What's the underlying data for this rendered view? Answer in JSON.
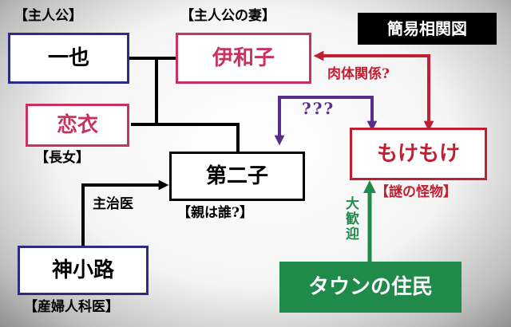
{
  "title": "簡易相関図",
  "people": {
    "kazuya": {
      "name": "一也",
      "role": "【主人公】"
    },
    "iwako": {
      "name": "伊和子",
      "role": "【主人公の妻】"
    },
    "koi": {
      "name": "恋衣",
      "role": "【長女】"
    },
    "second_child": {
      "name": "第二子",
      "role": "【親は誰?】"
    },
    "mokemoke": {
      "name": "もけもけ",
      "role": "【謎の怪物】"
    },
    "kamikoji": {
      "name": "神小路",
      "role": "【産婦人科医】"
    },
    "townsfolk": {
      "name": "タウンの住民"
    }
  },
  "relations": {
    "physical": "肉体関係?",
    "unknown": "???",
    "doctor": "主治医",
    "welcome": "大歓迎"
  },
  "colors": {
    "blue_border": "#2e2a86",
    "pink": "#c8325e",
    "red": "#c02034",
    "purple": "#5a2d8c",
    "green": "#1f8a4a",
    "black": "#000000"
  }
}
